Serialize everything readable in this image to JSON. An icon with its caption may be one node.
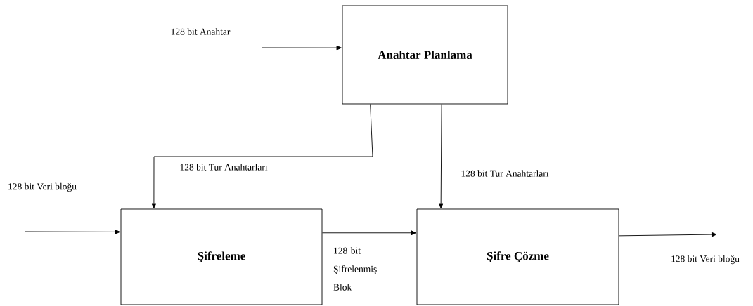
{
  "diagram": {
    "nodes": [
      {
        "text": [
          "Anahtar Planlama"
        ]
      },
      {
        "text": [
          "Şifreleme"
        ]
      },
      {
        "text": [
          "Şifre Çözme"
        ]
      }
    ],
    "edges": [
      {
        "from": null,
        "to": 0,
        "arrow": "to",
        "label": "128 bit Anahtar"
      },
      {
        "from": 0,
        "to": 1,
        "arrow": "to",
        "label": "128 bit Tur Anahtarları"
      },
      {
        "from": 0,
        "to": 2,
        "arrow": "to",
        "label": "128 bit Tur Anahtarları"
      },
      {
        "from": null,
        "to": 1,
        "arrow": "to",
        "label": "128 bit Veri bloğu"
      },
      {
        "from": 1,
        "to": 2,
        "arrow": "to",
        "label": "128 bit Şifrelenmiş Blok"
      },
      {
        "from": 2,
        "to": null,
        "arrow": "to",
        "label": "128 bit Veri bloğu"
      }
    ]
  }
}
